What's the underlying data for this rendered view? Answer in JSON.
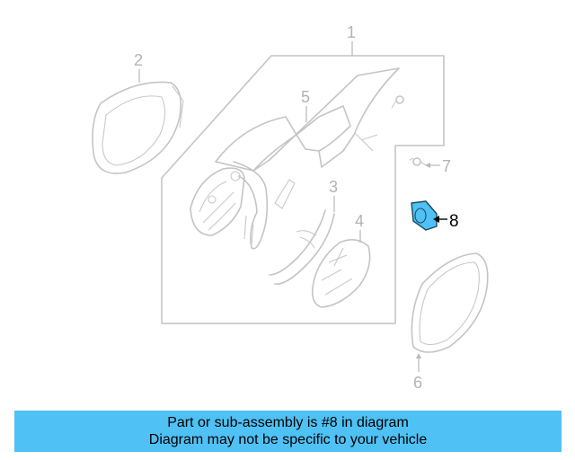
{
  "diagram": {
    "callouts": [
      "1",
      "2",
      "3",
      "4",
      "5",
      "6",
      "7",
      "8"
    ],
    "highlighted_part": "8",
    "highlight_color": "#4fc1f4"
  },
  "banner": {
    "line1": "Part or sub-assembly is #8 in diagram",
    "line2": "Diagram may not be specific to your vehicle",
    "background": "#4fc1f4"
  }
}
